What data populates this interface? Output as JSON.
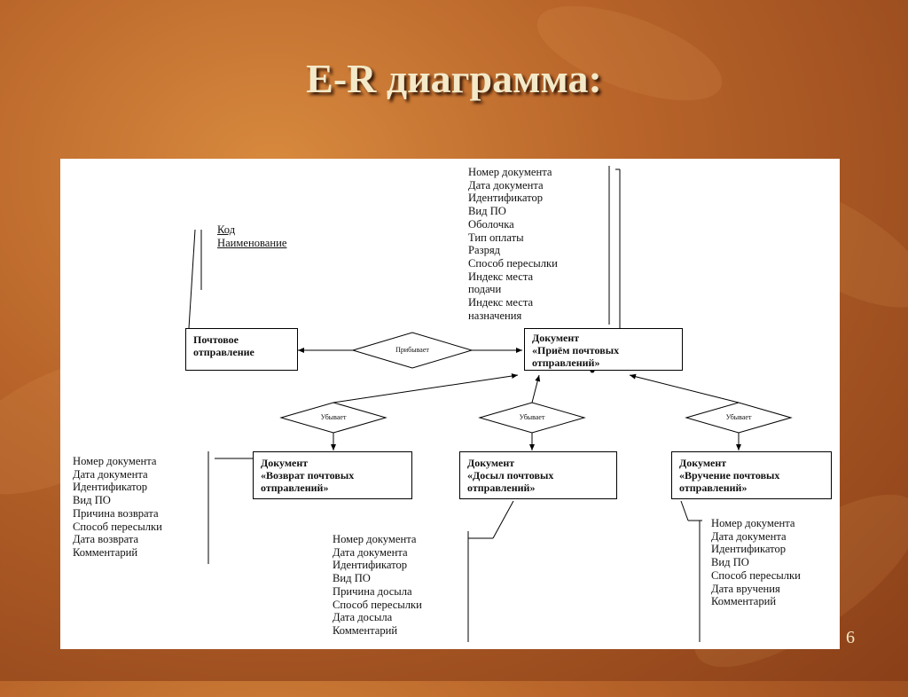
{
  "slide": {
    "title": "E-R диаграмма:",
    "number": "6"
  },
  "entities": {
    "postal_item": {
      "line1": "Почтовое",
      "line2": "отправление"
    },
    "receipt_doc": {
      "line1": "Документ",
      "line2": "«Приём почтовых",
      "line3": "отправлений»"
    },
    "return_doc": {
      "line1": "Документ",
      "line2": "«Возврат почтовых",
      "line3": "отправлений»"
    },
    "forward_doc": {
      "line1": "Документ",
      "line2": "«Досыл почтовых",
      "line3": "отправлений»"
    },
    "delivery_doc": {
      "line1": "Документ",
      "line2": "«Вручение почтовых",
      "line3": "отправлений»"
    }
  },
  "relationships": {
    "arrives": "Прибывает",
    "leaves_left": "Убывает",
    "leaves_mid": "Убывает",
    "leaves_right": "Убывает"
  },
  "attributes": {
    "postal_item": [
      "Код",
      "Наименование"
    ],
    "receipt_doc": [
      "Номер документа",
      "Дата документа",
      "Идентификатор",
      "Вид ПО",
      "Оболочка",
      "Тип оплаты",
      "Разряд",
      "Способ пересылки",
      "Индекс места",
      "подачи",
      "Индекс места",
      "назначения"
    ],
    "return_doc": [
      "Номер документа",
      "Дата документа",
      "Идентификатор",
      "Вид ПО",
      "Причина возврата",
      "Способ пересылки",
      "Дата возврата",
      "Комментарий"
    ],
    "forward_doc": [
      "Номер документа",
      "Дата документа",
      "Идентификатор",
      "Вид ПО",
      "Причина досыла",
      "Способ пересылки",
      "Дата досыла",
      "Комментарий"
    ],
    "delivery_doc": [
      "Номер документа",
      "Дата документа",
      "Идентификатор",
      "Вид ПО",
      "Способ пересылки",
      "Дата вручения",
      "Комментарий"
    ]
  }
}
